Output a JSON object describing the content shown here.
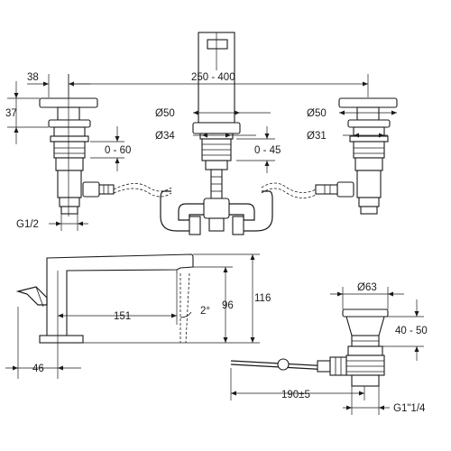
{
  "labels": {
    "handle_width": "38",
    "spread": "250 - 400",
    "handle_height": "37",
    "left_adjust": "0 - 60",
    "spout_dia": "Ø50",
    "spout_base_dia": "Ø34",
    "spout_adjust": "0 - 45",
    "valve_dia": "Ø50",
    "valve_base_dia": "Ø31",
    "thread_inlet": "G1/2",
    "reach": "151",
    "angle": "2°",
    "spout_height": "96",
    "total_height": "116",
    "base_offset": "46",
    "drain_dia": "Ø63",
    "drain_height": "40 - 50",
    "rod_length": "190±5",
    "thread_drain": "G1\"1/4"
  }
}
